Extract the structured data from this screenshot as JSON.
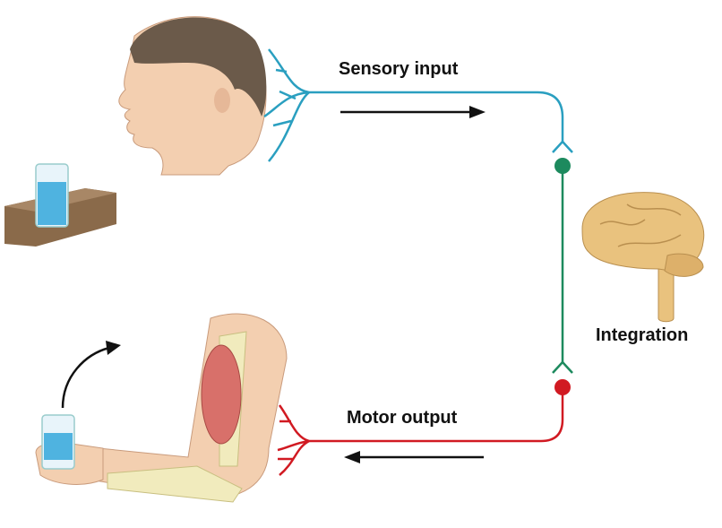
{
  "labels": {
    "sensory": "Sensory input",
    "integration": "Integration",
    "motor": "Motor output"
  },
  "colors": {
    "sensory": "#2a9fc0",
    "integration": "#1d8a5e",
    "motor": "#d11a22",
    "arrow": "#111111",
    "skin": "#f3cfb0",
    "hair": "#6b5a4a",
    "brain": "#e9c27e",
    "table": "#8a6a4a",
    "water": "#4fb3e0",
    "bone": "#f1ebbd",
    "muscle": "#d8706a"
  }
}
